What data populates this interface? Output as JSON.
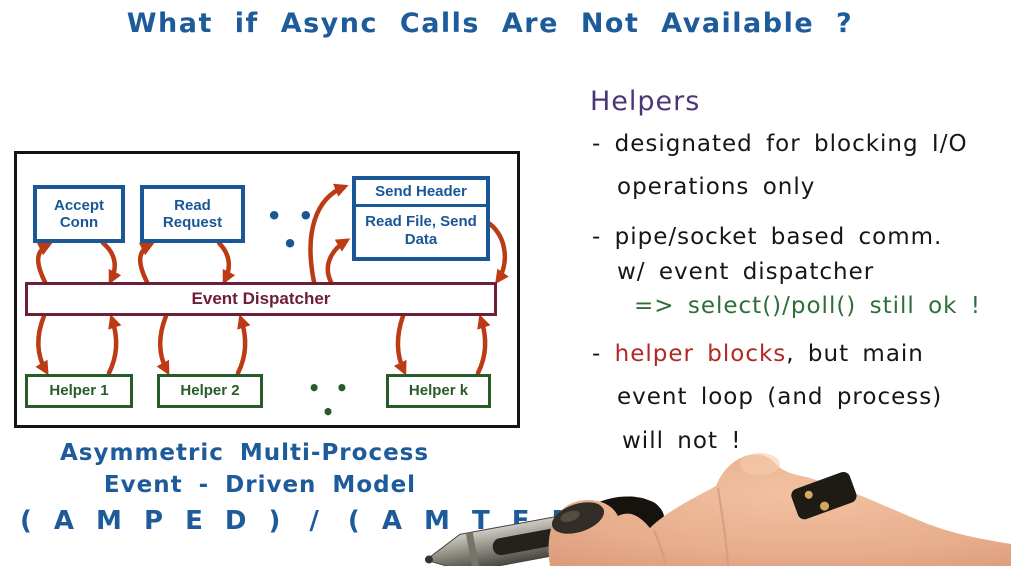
{
  "title": "What if Async Calls Are Not Available ?",
  "diagram": {
    "box_accept_conn": "Accept Conn",
    "box_read_request": "Read Request",
    "ellipsis_top": "• • •",
    "box_send_header": "Send Header",
    "box_read_file": "Read File, Send Data",
    "dispatcher_label": "Event Dispatcher",
    "helper_1": "Helper 1",
    "helper_2": "Helper 2",
    "ellipsis_helpers": "• • •",
    "helper_k": "Helper k"
  },
  "caption": {
    "line1": "Asymmetric Multi-Process",
    "line2": "Event - Driven Model",
    "amped": "( A M P E D )",
    "separator": "/",
    "amted": "( A M T E D )"
  },
  "notes": {
    "heading": "Helpers",
    "bullet1_line1": "- designated for blocking I/O",
    "bullet1_line2": "operations only",
    "bullet2_line1": "- pipe/socket based comm.",
    "bullet2_line2": "w/ event dispatcher",
    "bullet2_line3": "=> select()/poll() still ok !",
    "bullet3_dash": "- ",
    "bullet3_red": "helper blocks",
    "bullet3_after": ", but main",
    "bullet3_line2": "event loop (and process)",
    "bullet3_line3": "will not !"
  },
  "colors": {
    "handwriting_blue": "#1d5b9a",
    "handwriting_black": "#161616",
    "handwriting_purple": "#4a3676",
    "handwriting_green": "#2f6e38",
    "handwriting_red": "#b22822",
    "diagram_box_blue": "#1a5796",
    "dispatcher_maroon": "#6e1e38",
    "helper_green": "#275c28",
    "arrow_orange_red": "#bc3a14",
    "diagram_frame_black": "#141414"
  }
}
